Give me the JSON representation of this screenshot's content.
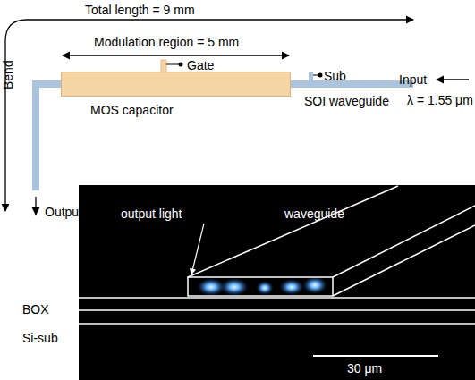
{
  "diagram": {
    "nodes": [
      {
        "text": [
          "MOS capacitor"
        ]
      }
    ],
    "labels": [
      "Total length = 9 mm",
      "Modulation region = 5 mm",
      "Gate",
      "Sub",
      "Input",
      "λ = 1.55 μm",
      "SOI waveguide",
      "Bend",
      "Output",
      "output light",
      "waveguide",
      "BOX",
      "Si-sub",
      "30 μm"
    ]
  }
}
